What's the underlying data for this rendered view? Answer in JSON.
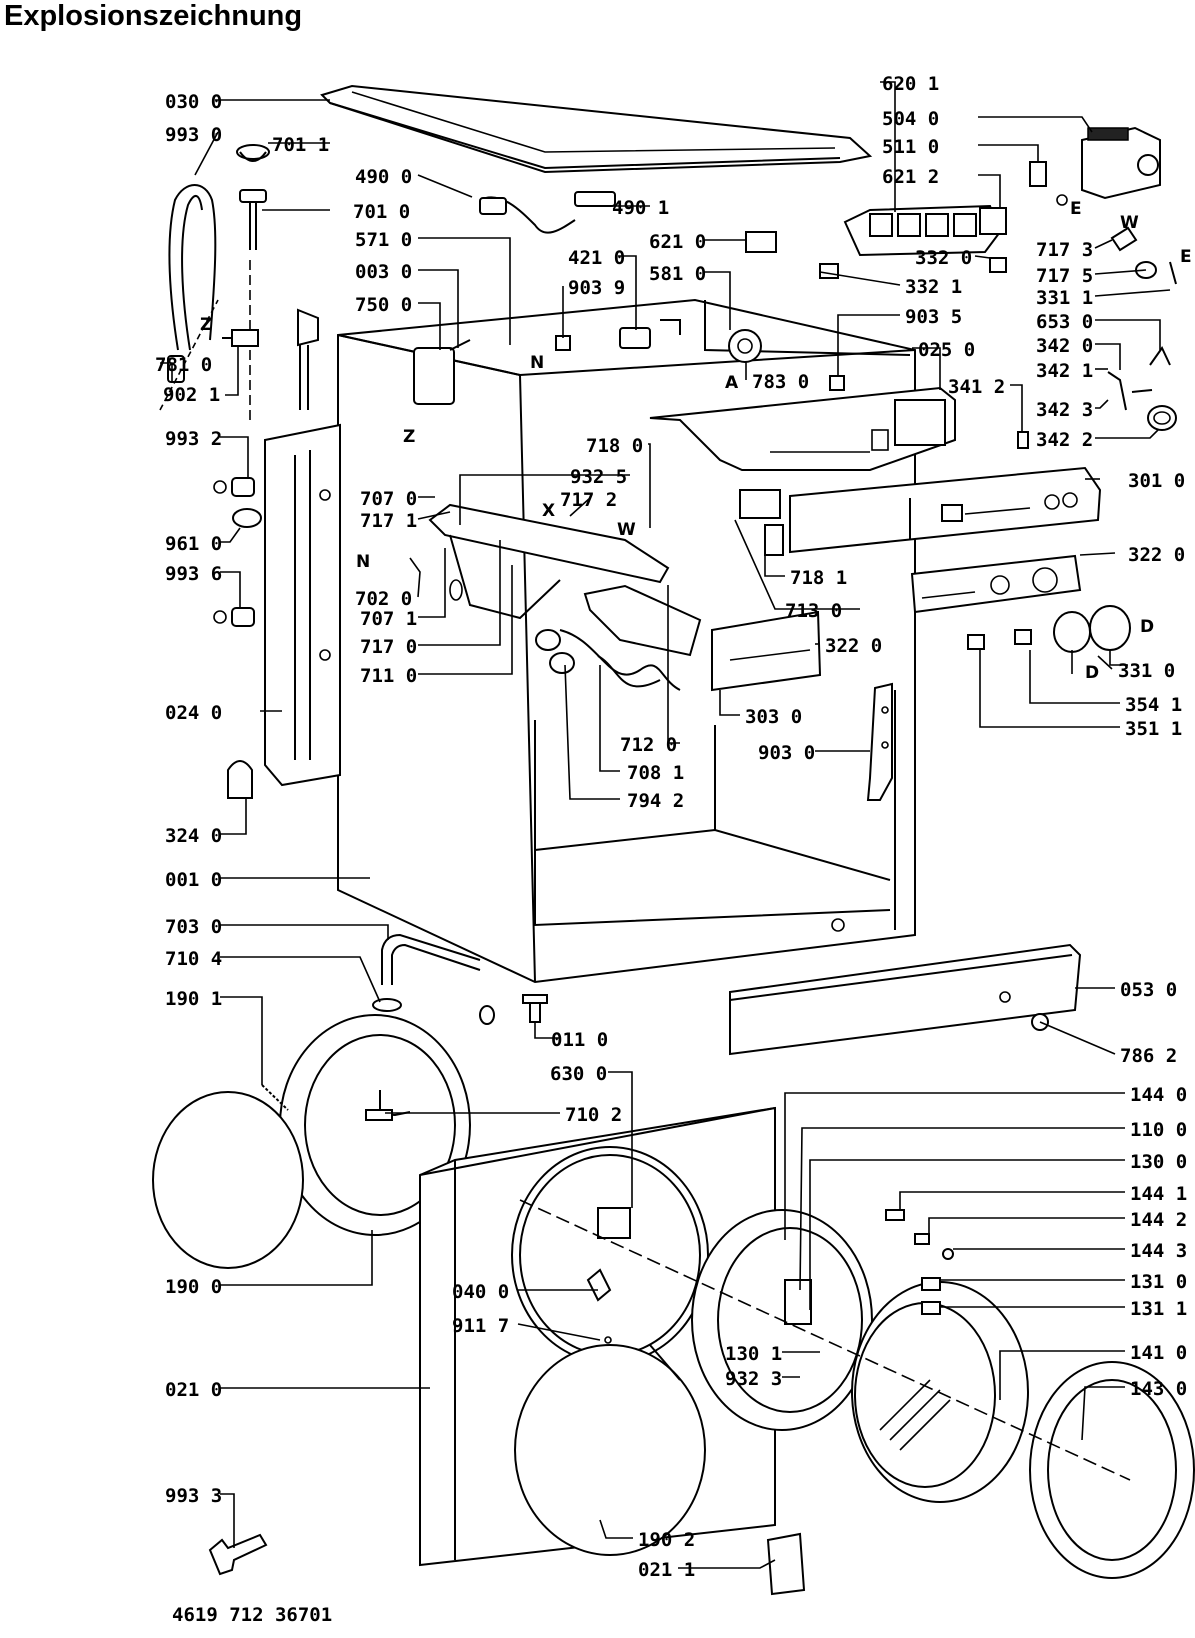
{
  "title": "Explosionszeichnung",
  "footer": "4619 712 36701",
  "labels": [
    {
      "text": "030 0",
      "id": "030-0"
    },
    {
      "text": "993 0",
      "id": "993-0"
    },
    {
      "text": "701 1",
      "id": "701-1"
    },
    {
      "text": "490 0",
      "id": "490-0"
    },
    {
      "text": "701 0",
      "id": "701-0"
    },
    {
      "text": "490 1",
      "id": "490-1"
    },
    {
      "text": "571 0",
      "id": "571-0"
    },
    {
      "text": "003 0",
      "id": "003-0"
    },
    {
      "text": "750 0",
      "id": "750-0"
    },
    {
      "text": "781 0",
      "id": "781-0"
    },
    {
      "text": "902 1",
      "id": "902-1"
    },
    {
      "text": "421 0",
      "id": "421-0"
    },
    {
      "text": "903 9",
      "id": "903-9"
    },
    {
      "text": "621 0",
      "id": "621-0"
    },
    {
      "text": "581 0",
      "id": "581-0"
    },
    {
      "text": "783 0",
      "id": "783-0"
    },
    {
      "text": "620 1",
      "id": "620-1"
    },
    {
      "text": "504 0",
      "id": "504-0"
    },
    {
      "text": "511 0",
      "id": "511-0"
    },
    {
      "text": "621 2",
      "id": "621-2"
    },
    {
      "text": "332 0",
      "id": "332-0"
    },
    {
      "text": "332 1",
      "id": "332-1"
    },
    {
      "text": "903 5",
      "id": "903-5"
    },
    {
      "text": "025 0",
      "id": "025-0"
    },
    {
      "text": "717 3",
      "id": "717-3"
    },
    {
      "text": "717 5",
      "id": "717-5"
    },
    {
      "text": "331 1",
      "id": "331-1"
    },
    {
      "text": "653 0",
      "id": "653-0"
    },
    {
      "text": "342 0",
      "id": "342-0"
    },
    {
      "text": "342 1",
      "id": "342-1"
    },
    {
      "text": "341 2",
      "id": "341-2"
    },
    {
      "text": "342 3",
      "id": "342-3"
    },
    {
      "text": "342 2",
      "id": "342-2"
    },
    {
      "text": "993 2",
      "id": "993-2"
    },
    {
      "text": "718 0",
      "id": "718-0"
    },
    {
      "text": "932 5",
      "id": "932-5"
    },
    {
      "text": "707 0",
      "id": "707-0"
    },
    {
      "text": "717 1",
      "id": "717-1"
    },
    {
      "text": "717 2",
      "id": "717-2"
    },
    {
      "text": "301 0",
      "id": "301-0"
    },
    {
      "text": "961 0",
      "id": "961-0"
    },
    {
      "text": "993 6",
      "id": "993-6"
    },
    {
      "text": "702 0",
      "id": "702-0"
    },
    {
      "text": "707 1",
      "id": "707-1"
    },
    {
      "text": "717 0",
      "id": "717-0"
    },
    {
      "text": "711 0",
      "id": "711-0"
    },
    {
      "text": "718 1",
      "id": "718-1"
    },
    {
      "text": "713 0",
      "id": "713-0"
    },
    {
      "text": "322 0",
      "id": "322-0-a"
    },
    {
      "text": "322 0",
      "id": "322-0-b"
    },
    {
      "text": "331 0",
      "id": "331-0"
    },
    {
      "text": "354 1",
      "id": "354-1"
    },
    {
      "text": "351 1",
      "id": "351-1"
    },
    {
      "text": "024 0",
      "id": "024-0"
    },
    {
      "text": "303 0",
      "id": "303-0"
    },
    {
      "text": "712 0",
      "id": "712-0"
    },
    {
      "text": "708 1",
      "id": "708-1"
    },
    {
      "text": "794 2",
      "id": "794-2"
    },
    {
      "text": "903 0",
      "id": "903-0"
    },
    {
      "text": "324 0",
      "id": "324-0"
    },
    {
      "text": "001 0",
      "id": "001-0"
    },
    {
      "text": "703 0",
      "id": "703-0"
    },
    {
      "text": "710 4",
      "id": "710-4"
    },
    {
      "text": "053 0",
      "id": "053-0"
    },
    {
      "text": "190 1",
      "id": "190-1"
    },
    {
      "text": "786 2",
      "id": "786-2"
    },
    {
      "text": "011 0",
      "id": "011-0"
    },
    {
      "text": "630 0",
      "id": "630-0"
    },
    {
      "text": "144 0",
      "id": "144-0"
    },
    {
      "text": "710 2",
      "id": "710-2"
    },
    {
      "text": "110 0",
      "id": "110-0"
    },
    {
      "text": "130 0",
      "id": "130-0"
    },
    {
      "text": "144 1",
      "id": "144-1"
    },
    {
      "text": "144 2",
      "id": "144-2"
    },
    {
      "text": "144 3",
      "id": "144-3"
    },
    {
      "text": "190 0",
      "id": "190-0"
    },
    {
      "text": "131 0",
      "id": "131-0"
    },
    {
      "text": "040 0",
      "id": "040-0"
    },
    {
      "text": "131 1",
      "id": "131-1"
    },
    {
      "text": "911 7",
      "id": "911-7"
    },
    {
      "text": "141 0",
      "id": "141-0"
    },
    {
      "text": "130 1",
      "id": "130-1"
    },
    {
      "text": "143 0",
      "id": "143-0"
    },
    {
      "text": "932 3",
      "id": "932-3"
    },
    {
      "text": "021 0",
      "id": "021-0"
    },
    {
      "text": "993 3",
      "id": "993-3"
    },
    {
      "text": "190 2",
      "id": "190-2"
    },
    {
      "text": "021 1",
      "id": "021-1"
    }
  ],
  "markers": [
    "Z",
    "Z",
    "N",
    "N",
    "A",
    "E",
    "E",
    "W",
    "W",
    "X",
    "D",
    "D"
  ]
}
